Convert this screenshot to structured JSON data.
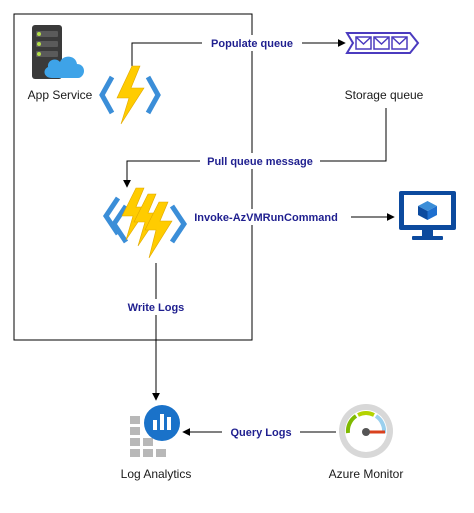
{
  "nodes": {
    "app_service": {
      "label": "App Service",
      "icon": "app-service-server-cloud-icon"
    },
    "storage_queue": {
      "label": "Storage queue",
      "icon": "storage-queue-icon"
    },
    "function_trigger": {
      "label": "",
      "icon": "azure-function-icon"
    },
    "function_workers": {
      "label": "",
      "icon": "azure-functions-stack-icon"
    },
    "virtual_machine": {
      "label": "",
      "icon": "virtual-machine-monitor-icon"
    },
    "log_analytics": {
      "label": "Log Analytics",
      "icon": "log-analytics-icon"
    },
    "azure_monitor": {
      "label": "Azure Monitor",
      "icon": "azure-monitor-gauge-icon"
    }
  },
  "edges": {
    "populate_queue": "Populate queue",
    "pull_queue_message": "Pull queue message",
    "invoke_run_command": "Invoke-AzVMRunCommand",
    "write_logs": "Write Logs",
    "query_logs": "Query Logs"
  },
  "colors": {
    "edge_text": "#1f1f8f",
    "line": "#000000",
    "lightning": "#ffcc00",
    "function_bracket": "#3b8ed8",
    "vm_blue": "#0c4a9e",
    "queue_purple": "#4b3bbf",
    "server_dark": "#3a3a3a",
    "cloud_blue": "#3ea3e8",
    "gauge_red": "#d9411e"
  }
}
